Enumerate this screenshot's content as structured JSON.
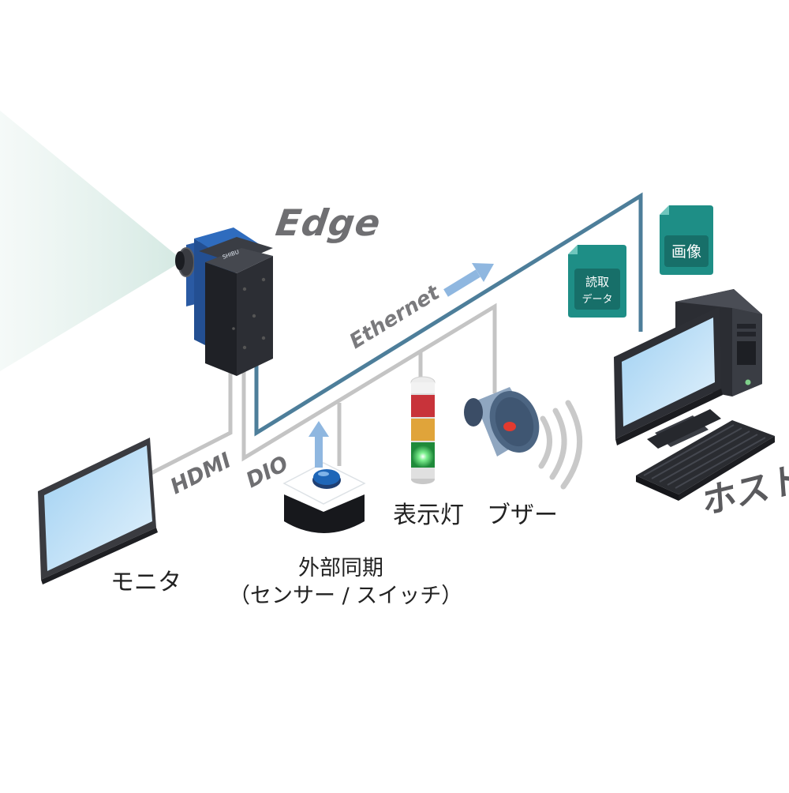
{
  "labels": {
    "edge": "Edge",
    "host": "ホスト",
    "ethernet": "Ethernet",
    "hdmi": "HDMI",
    "dio": "DIO",
    "monitor": "モニタ",
    "external_sync": "外部同期",
    "external_sync_sub": "（センサー / スイッチ）",
    "indicator_lamp": "表示灯",
    "buzzer": "ブザー",
    "read_data_line1": "読取",
    "read_data_line2": "データ",
    "image": "画像",
    "camera_brand": "SHIBU"
  },
  "colors": {
    "ethernet_line": "#4d7e9a",
    "wire": "#c4c4c4",
    "arrow": "#8fb7e0",
    "doc_icon": "#1e8e86",
    "camera_body": "#2a2c31",
    "camera_blue": "#2a5aa3",
    "screen": "#bfe0f7",
    "field_of_view": "#dfeeea",
    "label_gray": "#6f6f72"
  }
}
